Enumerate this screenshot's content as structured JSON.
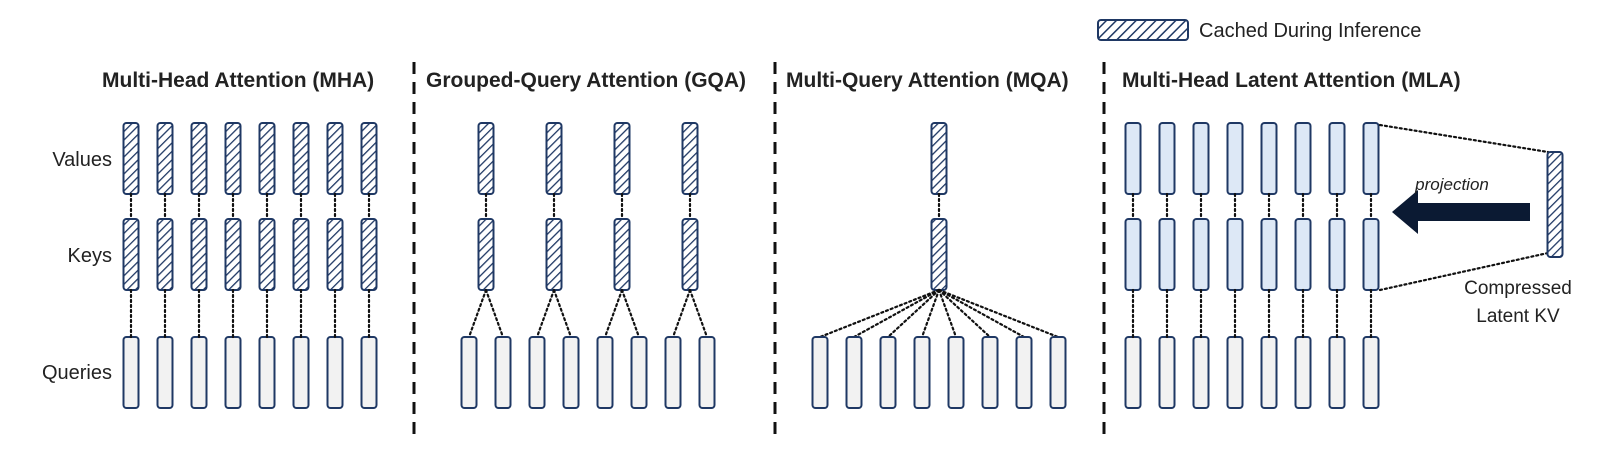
{
  "legend": {
    "label": "Cached During Inference"
  },
  "row_labels": {
    "values": "Values",
    "keys": "Keys",
    "queries": "Queries"
  },
  "panels": [
    {
      "id": "mha",
      "title": "Multi-Head Attention (MHA)",
      "underlined_initials": [
        "M",
        "H",
        "A"
      ],
      "value_heads": 8,
      "key_heads": 8,
      "query_heads": 8,
      "kv_style": "cached"
    },
    {
      "id": "gqa",
      "title": "Grouped-Query Attention (GQA)",
      "underlined_initials": [
        "G",
        "Q",
        "A"
      ],
      "value_heads": 4,
      "key_heads": 4,
      "query_heads": 8,
      "kv_style": "cached"
    },
    {
      "id": "mqa",
      "title": "Multi-Query Attention (MQA)",
      "underlined_initials": [
        "M",
        "Q",
        "A"
      ],
      "value_heads": 1,
      "key_heads": 1,
      "query_heads": 8,
      "kv_style": "cached"
    },
    {
      "id": "mla",
      "title": "Multi-Head Latent Attention (MLA)",
      "underlined_initials": [
        "M",
        "L",
        "A"
      ],
      "value_heads": 8,
      "key_heads": 8,
      "query_heads": 8,
      "kv_style": "projected"
    }
  ],
  "mla": {
    "arrow_label": "projection",
    "latent_label_line1": "Compressed",
    "latent_label_line2": "Latent KV"
  },
  "colors": {
    "outline": "#1f3864",
    "hatch": "#1f3864",
    "query_fill": "#f2f2f2",
    "projected_fill": "#dde8f6",
    "arrow": "#0b1a33",
    "text": "#222222"
  }
}
